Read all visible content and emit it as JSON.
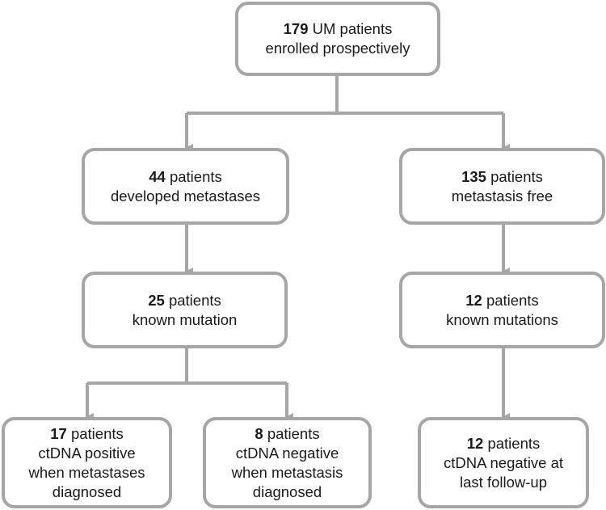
{
  "nodes": {
    "root": {
      "count": "179",
      "line1": "UM patients",
      "line2": "enrolled prospectively"
    },
    "metastases": {
      "count": "44",
      "line1": "patients",
      "line2": "developed metastases"
    },
    "metastasis_free": {
      "count": "135",
      "line1": "patients",
      "line2": "metastasis free"
    },
    "known_mutation": {
      "count": "25",
      "line1": "patients",
      "line2": "known mutation"
    },
    "known_mutations": {
      "count": "12",
      "line1": "patients",
      "line2": "known mutations"
    },
    "ctdna_positive": {
      "count": "17",
      "line1": "patients",
      "line2": "ctDNA positive",
      "line3": "when metastases",
      "line4": "diagnosed"
    },
    "ctdna_negative_met": {
      "count": "8",
      "line1": "patients",
      "line2": "ctDNA negative",
      "line3": "when metastasis",
      "line4": "diagnosed"
    },
    "ctdna_negative_fu": {
      "count": "12",
      "line1": "patients",
      "line2": "ctDNA negative at",
      "line3": "last follow-up"
    }
  },
  "colors": {
    "box_border": "#a6a6a6",
    "connector": "#a6a6a6",
    "text": "#1a1a1a"
  }
}
